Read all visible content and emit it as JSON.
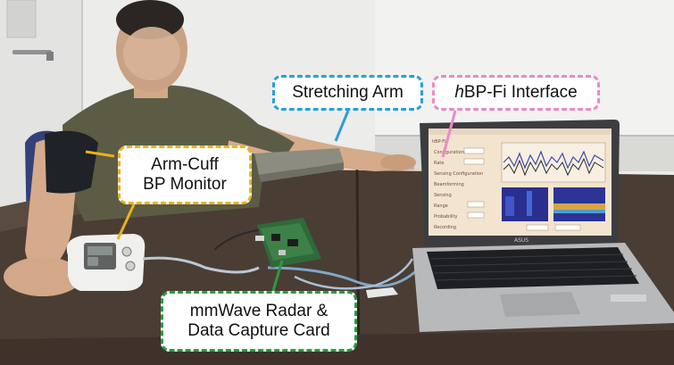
{
  "callouts": {
    "stretching_arm": "Stretching Arm",
    "hbp_prefix": "h",
    "hbp_rest": "BP-Fi Interface",
    "arm_cuff_line1": "Arm-Cuff",
    "arm_cuff_line2": "BP Monitor",
    "radar_line1": "mmWave Radar &",
    "radar_line2": "Data Capture Card"
  },
  "laptop": {
    "brand": "ASUS"
  },
  "colors": {
    "stretching_arm_border": "#2a9fd8",
    "hbp_border": "#ea8ac6",
    "arm_cuff_border": "#e9b31c",
    "radar_border": "#2d9a43"
  },
  "icons": [
    "face-blur",
    "bp-monitor",
    "laptop",
    "radar-board"
  ]
}
